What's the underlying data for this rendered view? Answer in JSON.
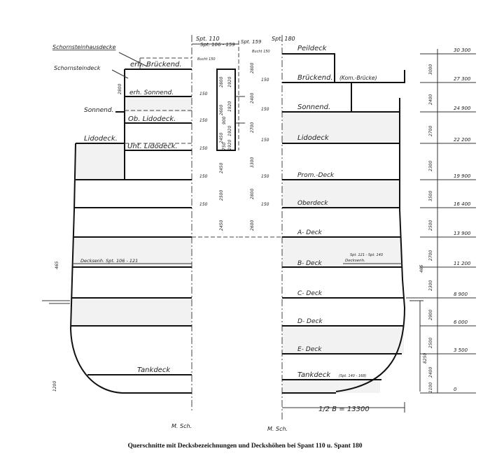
{
  "caption": "Querschnitte mit Decksbezeichnungen und Deckshöhen bei Spant 110 u. Spant 180",
  "frames": {
    "left": "Spt. 110",
    "right": "Spt. 180",
    "middle": "Spt. 159",
    "range": "Spt. 106 - 159"
  },
  "centerline_label": "M. Sch.",
  "left_section": {
    "labels": [
      "Schornsteinhausdecke",
      "Schornsteindeck",
      "erh. Brückend.",
      "erh. Sonnend.",
      "Sonnend.",
      "Ob. Lidodeck.",
      "Lidodeck.",
      "Unt. Lidodeck.",
      "Tankdeck"
    ],
    "deck_raise": "Decksenh. Spt. 106 - 121",
    "bucht": "Bucht 150",
    "camber": [
      "150",
      "150",
      "150",
      "150",
      "150"
    ],
    "heights": [
      "2800",
      "2800",
      "2600",
      "2450",
      "2450",
      "2500",
      "2450",
      "1920",
      "1920",
      "900",
      "1920",
      "1920",
      "750"
    ],
    "small_dims": [
      "465",
      "1200"
    ]
  },
  "right_section": {
    "labels": [
      "Peildeck",
      "Brückend.",
      "Sonnend.",
      "Lidodeck",
      "Prom.-Deck",
      "Oberdeck",
      "A- Deck",
      "B- Deck",
      "C- Deck",
      "D- Deck",
      "E- Deck",
      "Tankdeck"
    ],
    "bridge_note": "(Kom.-Brücke)",
    "tank_note": "(Spt. 140 - 168)",
    "deck_raise": "Decksenh.",
    "deck_raise_frames": "Spt. 121 - Spt. 140",
    "bucht": "Bucht 150",
    "camber": [
      "150",
      "150",
      "150",
      "150",
      "150"
    ],
    "heights": [
      "2800",
      "2400",
      "2700",
      "3300",
      "2800",
      "2600"
    ],
    "half_beam": "1/2 B = 13300",
    "draft": "8250",
    "raise_dim": "465"
  },
  "elevation_scale": {
    "levels": [
      "30 300",
      "27 300",
      "24 900",
      "22 200",
      "19 900",
      "16 400",
      "13 900",
      "11 200",
      "8 900",
      "6 000",
      "3 500",
      "0"
    ],
    "spacings": [
      "3000",
      "2400",
      "2700",
      "2300",
      "3500",
      "2500",
      "2700",
      "2300",
      "2900",
      "2500",
      "2400",
      "1100"
    ]
  }
}
